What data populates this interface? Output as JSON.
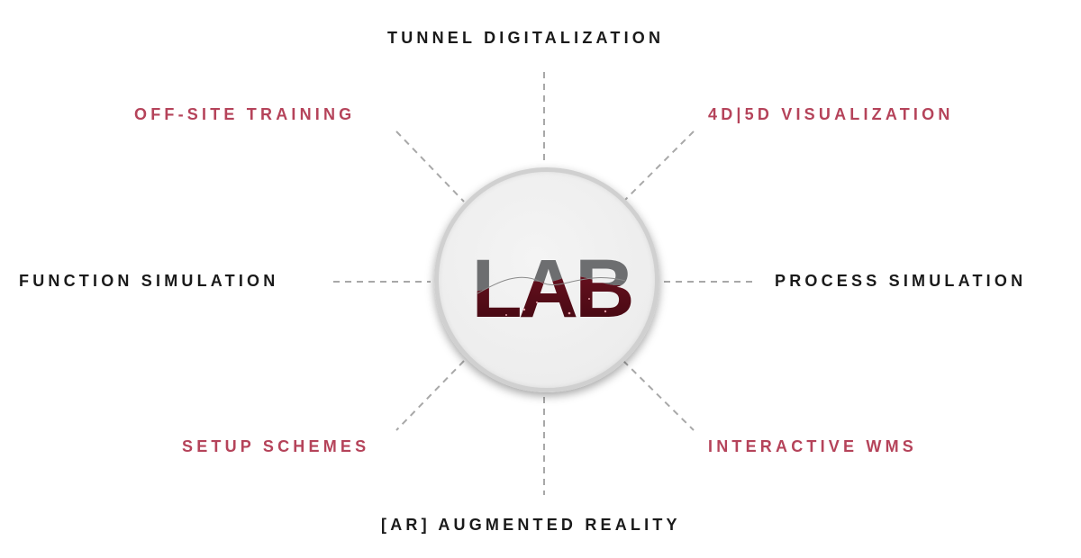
{
  "center": {
    "logo_text": "LAB",
    "logo_color_top": "#6d6e70",
    "logo_color_bottom": "#5a0e1a"
  },
  "colors": {
    "dark": "#1a1a1a",
    "accent": "#b5435a",
    "connector": "#a8a8a8"
  },
  "nodes": {
    "top": "TUNNEL DIGITALIZATION",
    "top_left": "OFF-SITE TRAINING",
    "top_right": "4D|5D VISUALIZATION",
    "left": "FUNCTION SIMULATION",
    "right": "PROCESS SIMULATION",
    "bottom_left": "SETUP SCHEMES",
    "bottom_right": "INTERACTIVE WMS",
    "bottom": "[AR] AUGMENTED REALITY"
  }
}
